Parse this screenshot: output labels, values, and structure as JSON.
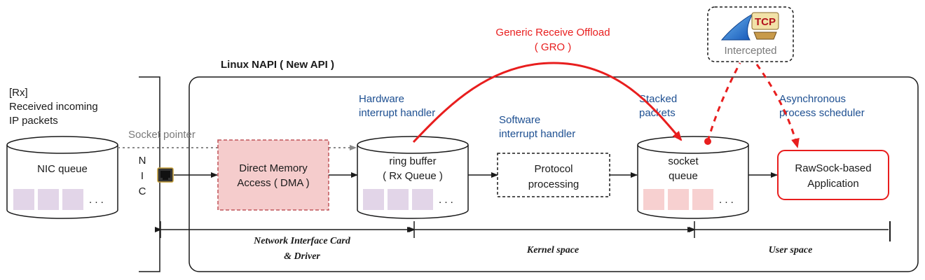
{
  "rx_label": [
    "[Rx]",
    "Received incoming",
    "IP packets"
  ],
  "socket_pointer": "Socket pointer",
  "nic_queue": "NIC queue",
  "nic_letters": [
    "N",
    "I",
    "C"
  ],
  "napi_title": "Linux NAPI ( New API )",
  "dma": [
    "Direct Memory",
    "Access ( DMA )"
  ],
  "hw_handler": [
    "Hardware",
    "interrupt handler"
  ],
  "ring_buffer": [
    "ring buffer",
    "( Rx Queue )"
  ],
  "sw_handler": [
    "Software",
    "interrupt handler"
  ],
  "protocol": [
    "Protocol",
    "processing"
  ],
  "stacked": [
    "Stacked",
    "packets"
  ],
  "socket_queue": [
    "socket",
    "queue"
  ],
  "async": [
    "Asynchronous",
    "process scheduler"
  ],
  "app": [
    "RawSock-based",
    "Application"
  ],
  "gro": [
    "Generic Receive Offload",
    "( GRO )"
  ],
  "intercepted": "Intercepted",
  "tcp_badge": "TCP",
  "ellipsis": ". . .",
  "ranges": [
    "Network Interface Card",
    "& Driver",
    "Kernel space",
    "User space"
  ],
  "colors": {
    "accent_blue": "#1d4f91",
    "gro_red": "#e81e1e",
    "dma_fill": "#f5cccc",
    "nic_slot": "#e2d5e8",
    "socket_slot": "#f7d0d0"
  },
  "icons": [
    "shark-fin-icon",
    "tcp-icon",
    "ethernet-port-icon"
  ]
}
